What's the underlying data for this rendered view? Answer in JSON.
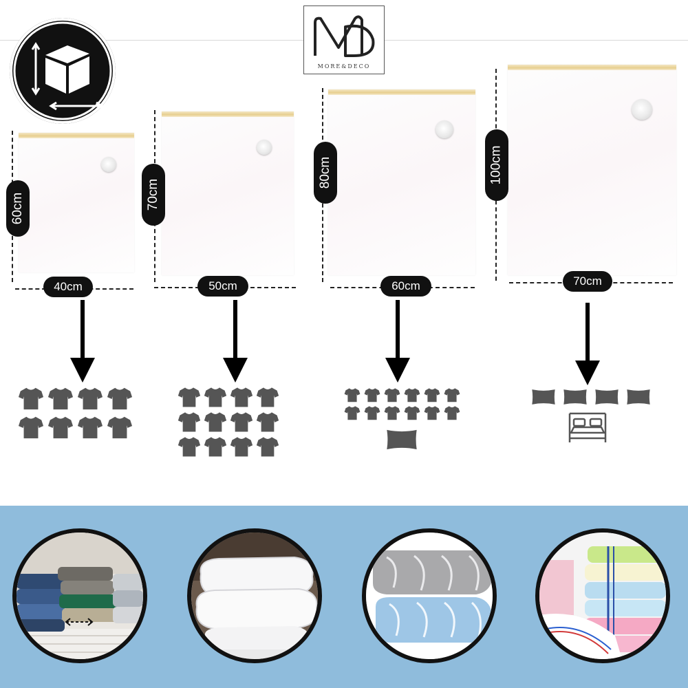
{
  "brand": {
    "logo_letters": "MD",
    "logo_text": "MORE&DECO"
  },
  "colors": {
    "bottom_band": "#8fbcdc",
    "pill": "#111111",
    "zip": "#e7cf8f",
    "icon": "#555555"
  },
  "icons": {
    "badge": "cube-dimensions-icon",
    "shirt": "t-shirt-icon",
    "pillow": "pillow-icon",
    "bed": "bed-icon",
    "arrow": "arrow-down-icon"
  },
  "bags": [
    {
      "height_label": "60cm",
      "width_label": "40cm",
      "shirts": 8,
      "pillows": 0,
      "bed": false
    },
    {
      "height_label": "70cm",
      "width_label": "50cm",
      "shirts": 12,
      "pillows": 0,
      "bed": false
    },
    {
      "height_label": "80cm",
      "width_label": "60cm",
      "shirts": 12,
      "pillows": 1,
      "bed": false
    },
    {
      "height_label": "100cm",
      "width_label": "70cm",
      "shirts": 0,
      "pillows": 4,
      "bed": true
    }
  ],
  "photos": [
    {
      "subject": "folded-clothes"
    },
    {
      "subject": "pillows"
    },
    {
      "subject": "blankets"
    },
    {
      "subject": "towels"
    }
  ]
}
